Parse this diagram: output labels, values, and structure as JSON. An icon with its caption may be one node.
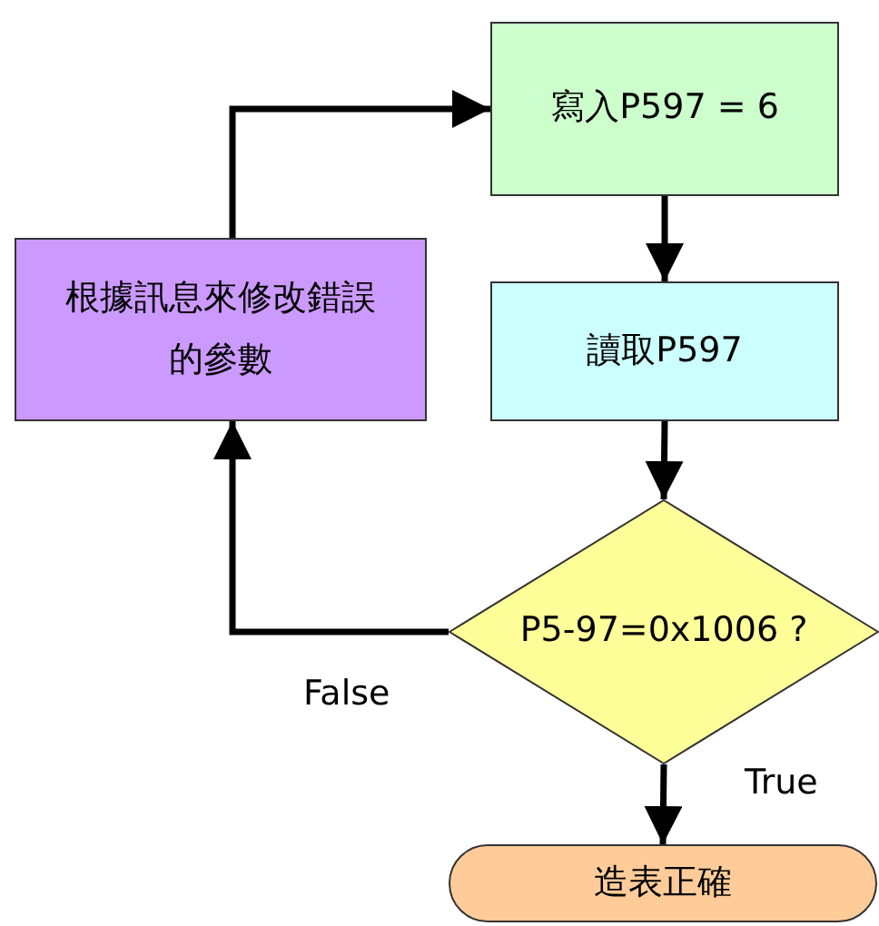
{
  "diagram": {
    "nodes": [
      {
        "text": [
          "寫入P597 = 6"
        ]
      },
      {
        "text": [
          "讀取P597"
        ]
      },
      {
        "text": [
          "根據訊息來修改錯誤的參數"
        ]
      },
      {
        "text": [
          "P5-97=0x1006 ?"
        ]
      },
      {
        "text": [
          "造表正確"
        ]
      }
    ],
    "edges": [
      {
        "from": 0,
        "to": 1,
        "arrow": "to"
      },
      {
        "from": 1,
        "to": 3,
        "arrow": "to"
      },
      {
        "from": 3,
        "to": 2,
        "arrow": "to",
        "label": "False"
      },
      {
        "from": 2,
        "to": 0,
        "arrow": "to"
      },
      {
        "from": 3,
        "to": 4,
        "arrow": "to",
        "label": "True"
      }
    ]
  }
}
